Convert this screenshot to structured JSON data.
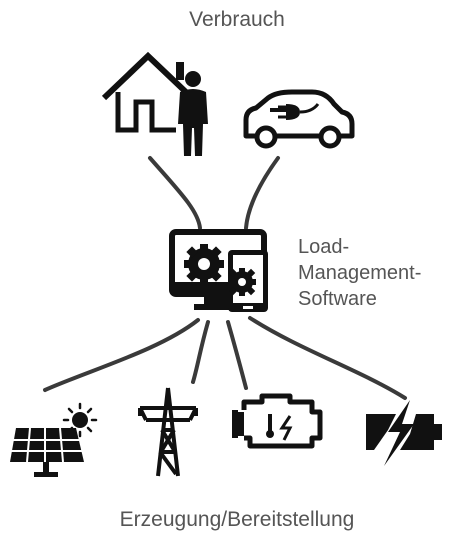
{
  "labels": {
    "consumption": "Verbrauch",
    "generation": "Erzeugung/Bereitstellung",
    "software_line1": "Load-",
    "software_line2": "Management-",
    "software_line3": "Software"
  },
  "icons": {
    "house": "house-with-person-icon",
    "car": "electric-car-icon",
    "software": "computer-tablet-gears-icon",
    "solar": "solar-panel-icon",
    "tower": "power-tower-icon",
    "engine": "engine-generator-icon",
    "battery": "battery-charging-icon"
  },
  "colors": {
    "line": "#3a3a3a",
    "icon": "#111111",
    "text": "#555555"
  }
}
